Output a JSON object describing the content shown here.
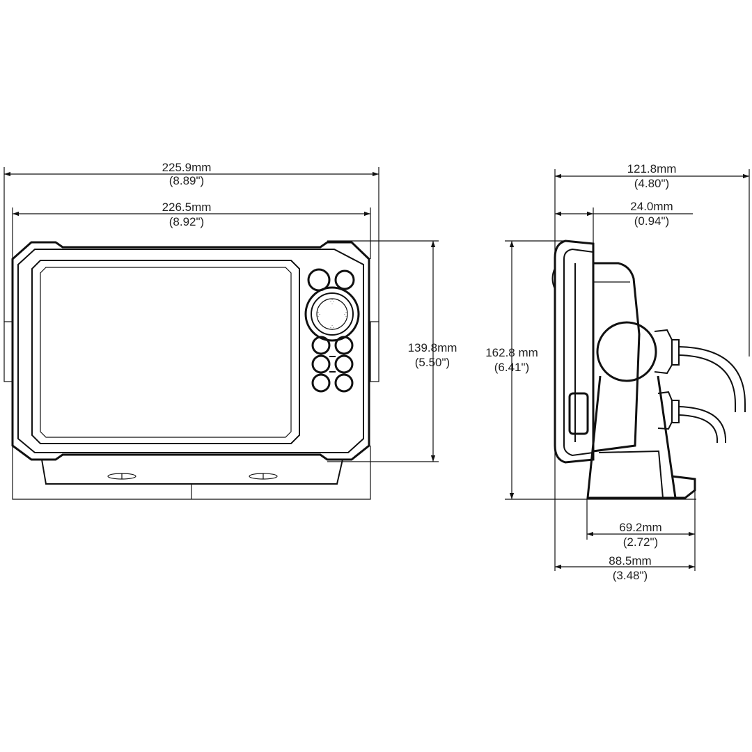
{
  "dimensions": {
    "front_outer_width": {
      "mm": "225.9mm",
      "in": "(8.89\")"
    },
    "front_inner_width": {
      "mm": "226.5mm",
      "in": "(8.92\")"
    },
    "front_height": {
      "mm": "139.8mm",
      "in": "(5.50\")"
    },
    "side_total_height": {
      "mm": "162.8 mm",
      "in": "(6.41\")"
    },
    "side_total_depth": {
      "mm": "121.8mm",
      "in": "(4.80\")"
    },
    "side_unit_depth": {
      "mm": "24.0mm",
      "in": "(0.94\")"
    },
    "side_base_depth": {
      "mm": "69.2mm",
      "in": "(2.72\")"
    },
    "side_mount_depth": {
      "mm": "88.5mm",
      "in": "(3.48\")"
    }
  },
  "colors": {
    "line": "#111111",
    "text": "#222222",
    "background": "#ffffff"
  }
}
